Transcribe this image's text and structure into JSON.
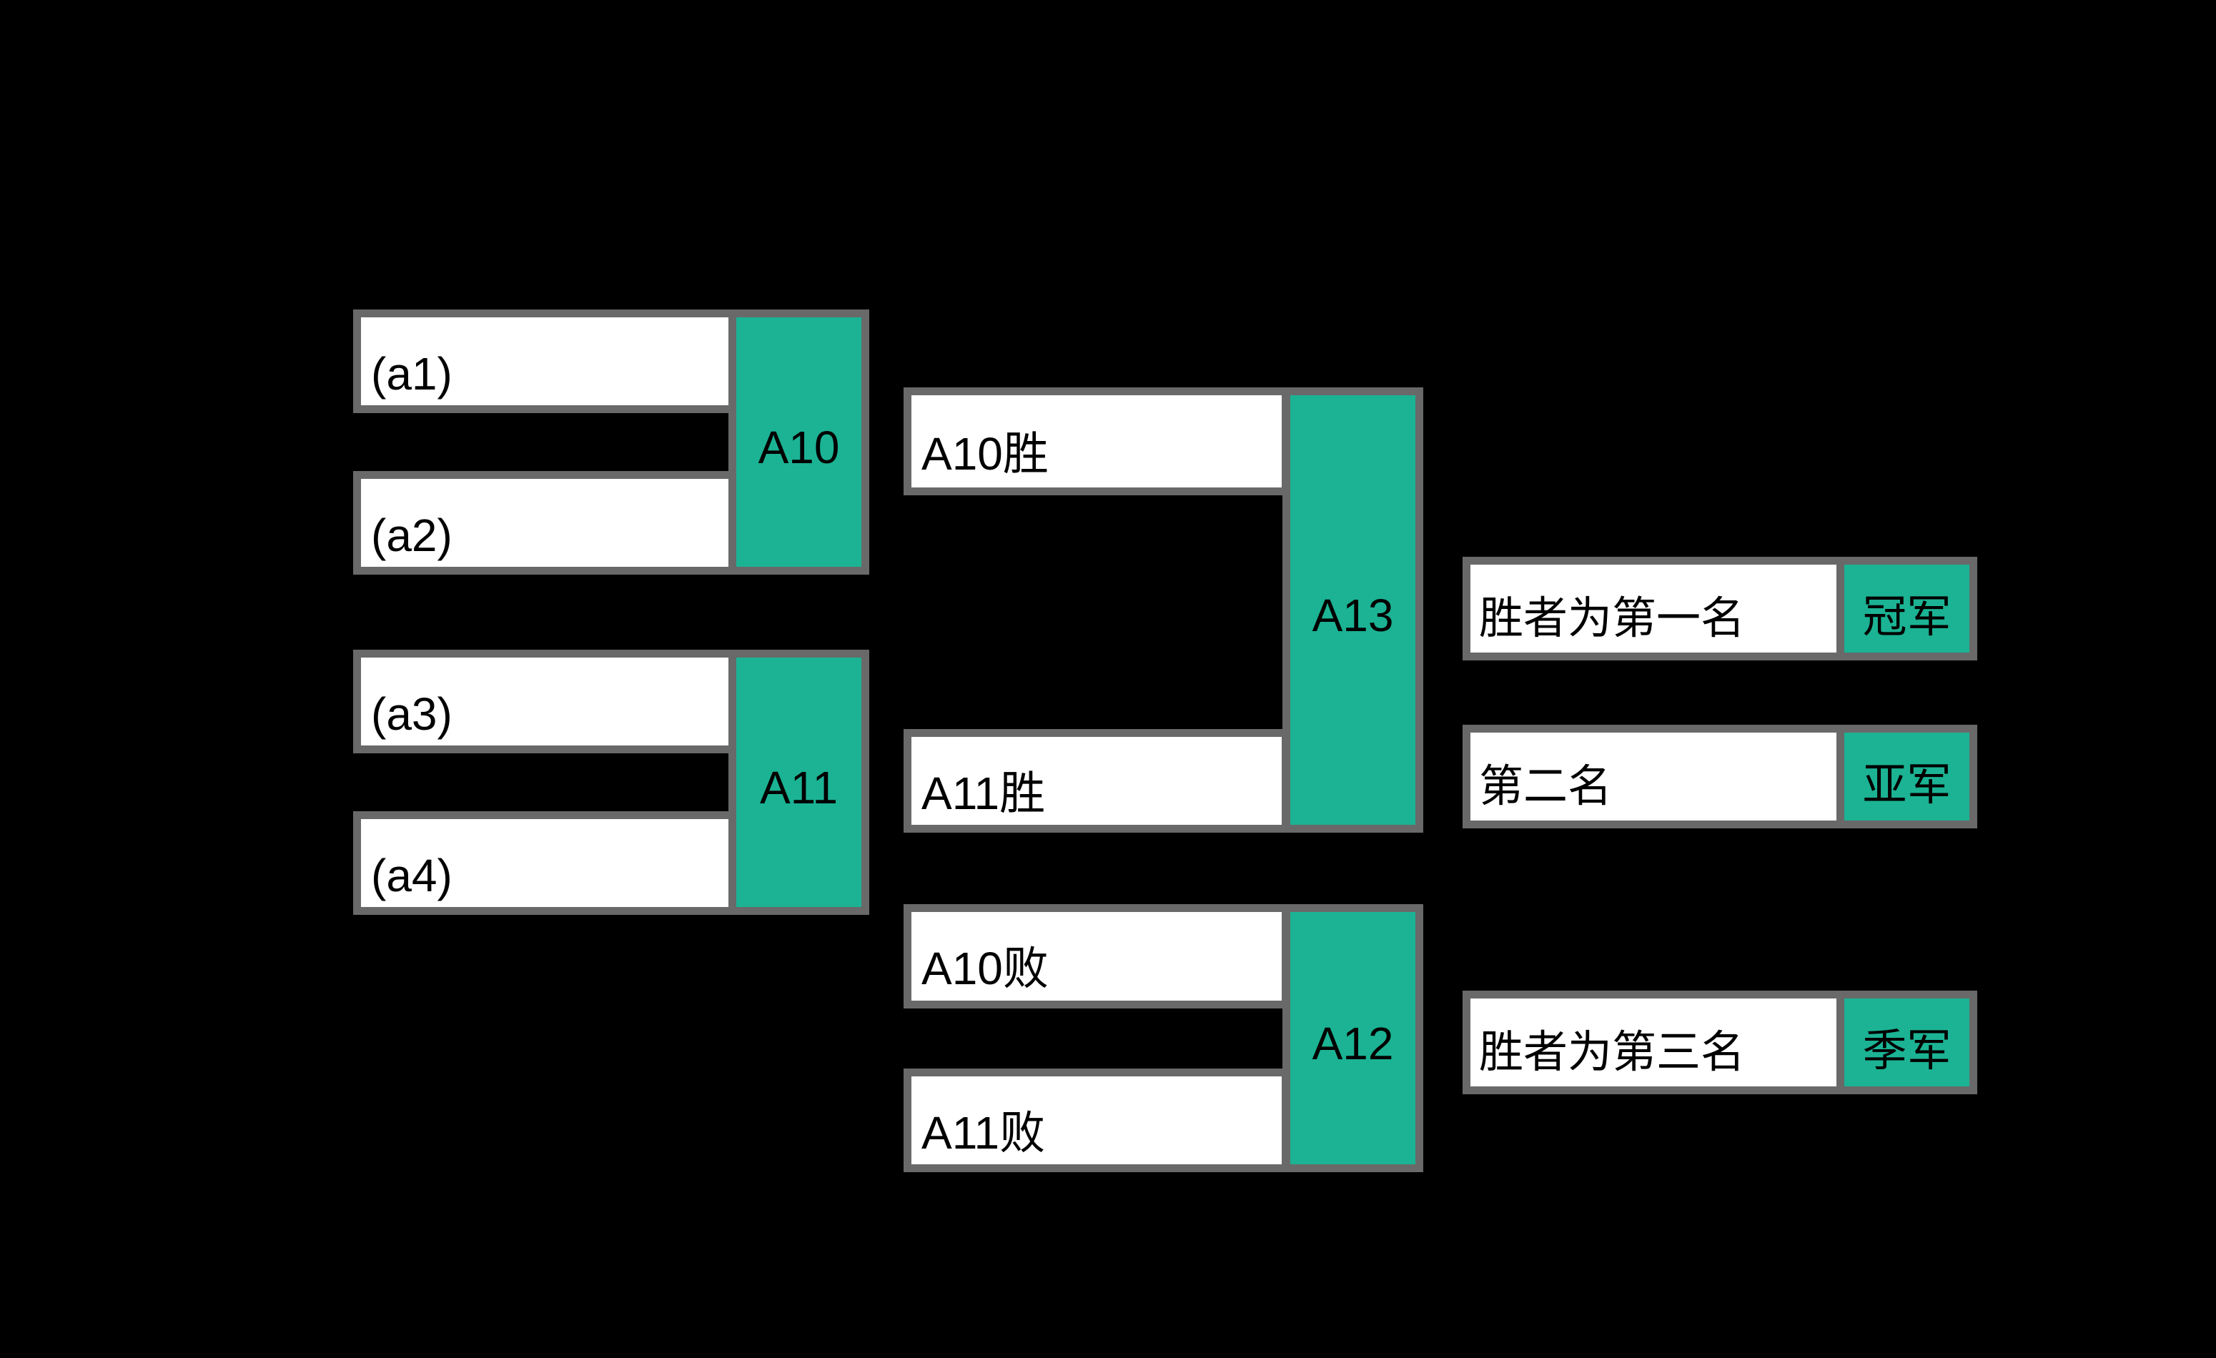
{
  "colors": {
    "background": "#000000",
    "teal_accent": "#1BB394",
    "border_gray": "#696969",
    "box_fill": "#FFFFFF",
    "text": "#000000"
  },
  "bracket": {
    "semifinals": [
      {
        "slot1": "(a1)",
        "slot2": "(a2)",
        "label": "A10"
      },
      {
        "slot1": "(a3)",
        "slot2": "(a4)",
        "label": "A11"
      }
    ],
    "final_match": {
      "slot1": "A10胜",
      "slot2": "A11胜",
      "label": "A13"
    },
    "third_place_match": {
      "slot1": "A10败",
      "slot2": "A11败",
      "label": "A12"
    },
    "results": [
      {
        "description": "胜者为第一名",
        "medal": "冠军"
      },
      {
        "description": "第二名",
        "medal": "亚军"
      },
      {
        "description": "胜者为第三名",
        "medal": "季军"
      }
    ]
  }
}
